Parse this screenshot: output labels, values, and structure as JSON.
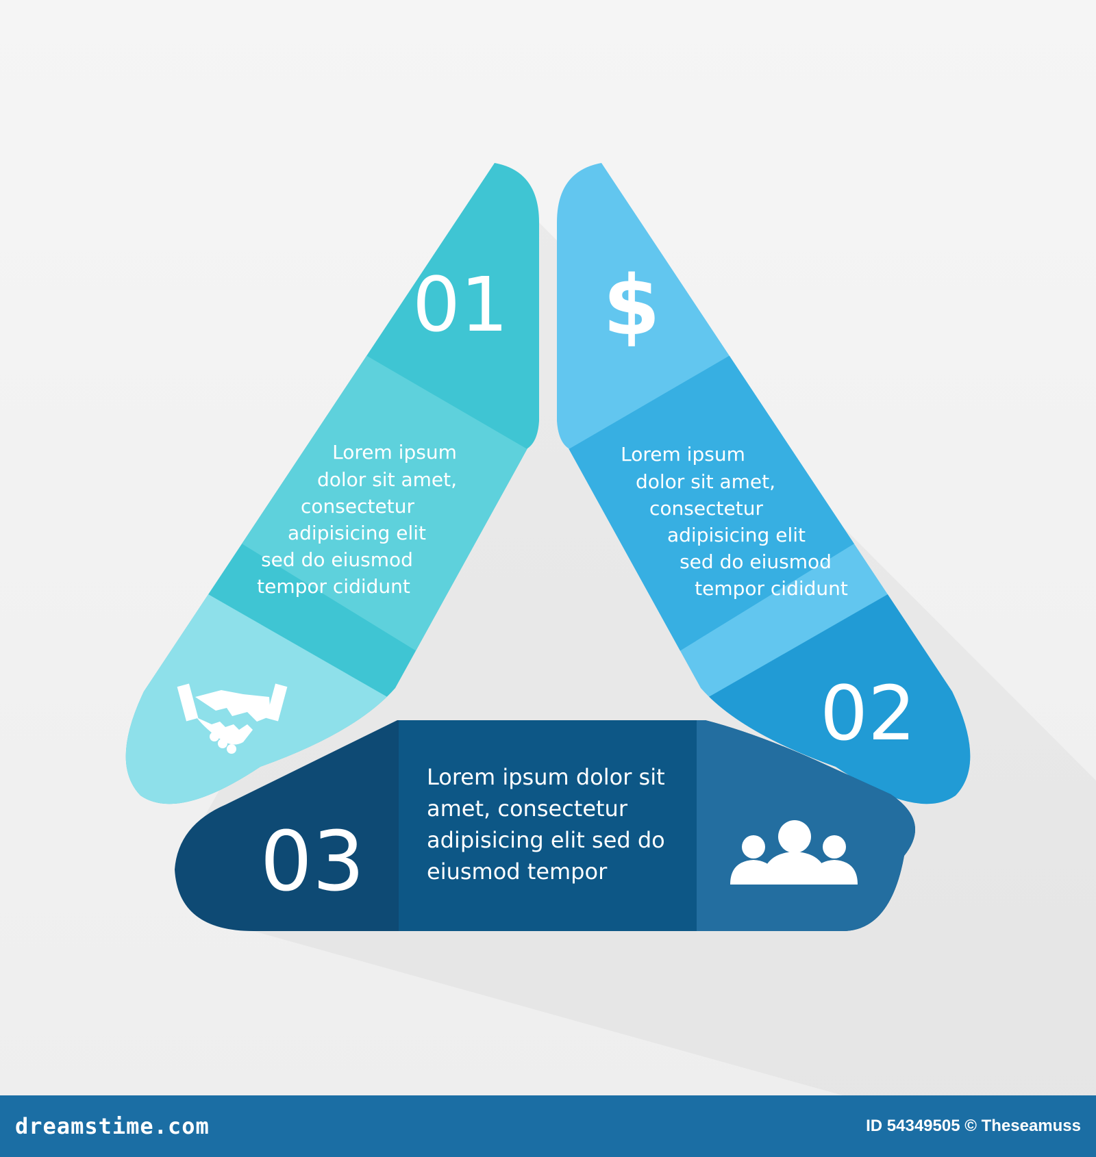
{
  "diagram": {
    "colors": {
      "seg1_top": "#3fc5d3",
      "seg1_mid": "#5ed1dc",
      "seg1_bot": "#8ee0ea",
      "seg2_top": "#62c6ef",
      "seg2_mid": "#37afe2",
      "seg2_bot": "#219bd5",
      "seg3_left": "#0e4a74",
      "seg3_mid": "#0d5786",
      "seg3_right": "#236ea0",
      "text": "#ffffff"
    },
    "segments": [
      {
        "number": "01",
        "icon": "dollar-icon",
        "lines": [
          "Lorem ipsum",
          "dolor sit amet,",
          "consectetur",
          "adipisicing elit",
          "sed do eiusmod",
          "tempor cididunt"
        ]
      },
      {
        "number": "02",
        "icon": "people-icon",
        "lines": [
          "Lorem ipsum",
          "dolor sit amet,",
          "consectetur",
          "adipisicing elit",
          "sed do eiusmod",
          "tempor cididunt"
        ]
      },
      {
        "number": "03",
        "icon": "handshake-icon",
        "lines": [
          "Lorem ipsum dolor sit",
          "amet, consectetur",
          "adipisicing elit sed do",
          "eiusmod tempor"
        ]
      }
    ],
    "dollar_symbol": "$"
  },
  "footer": {
    "brand": "dreamstime.com",
    "credit": "ID 54349505 © Theseamuss"
  }
}
